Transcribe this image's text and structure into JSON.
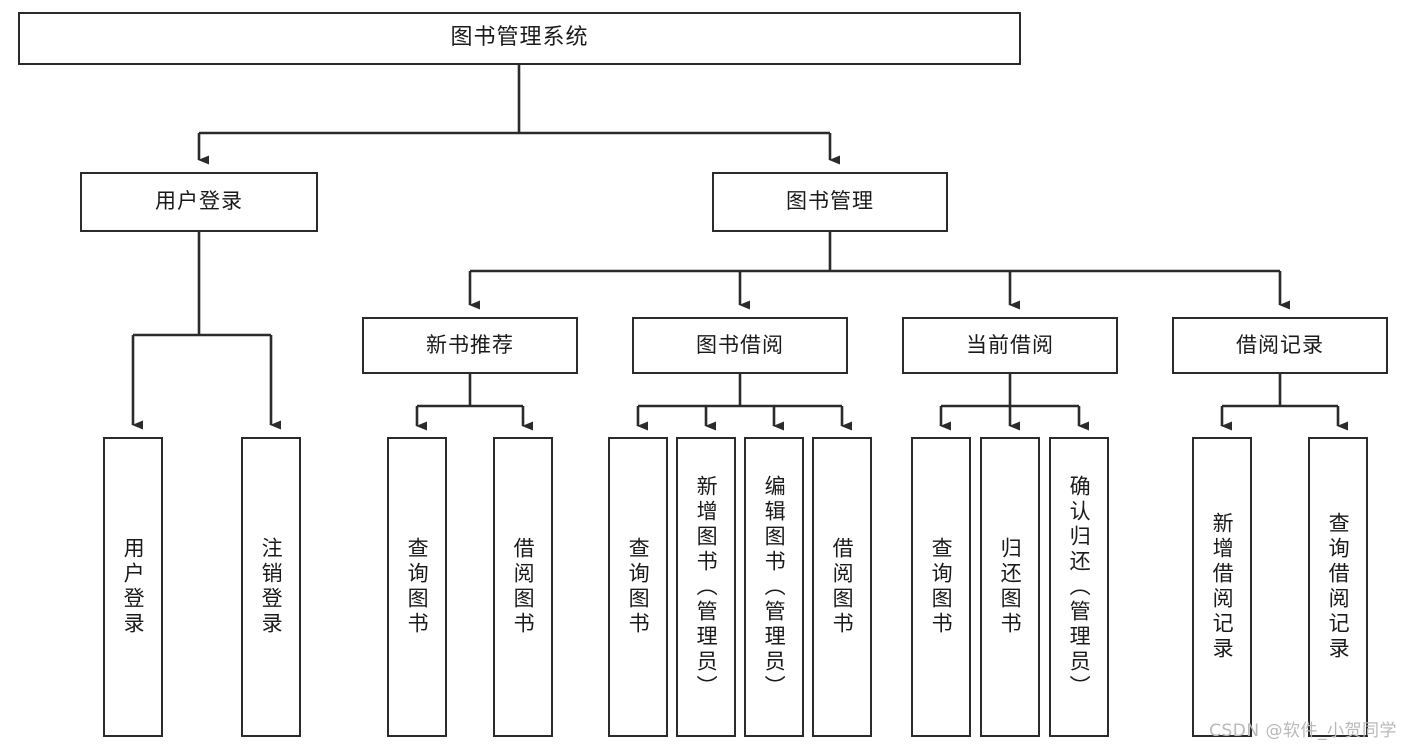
{
  "diagram": {
    "title": "图书管理系统",
    "type": "tree-hierarchy",
    "watermark": "CSDN @软件_小贺同学",
    "colors": {
      "box_border": "#2b2b2b",
      "box_fill": "#ffffff",
      "connector": "#2b2b2b",
      "text": "#1a1a1a",
      "watermark": "#b9b9b9",
      "background": "#ffffff"
    },
    "root": {
      "label": "图书管理系统"
    },
    "level1": [
      {
        "label": "用户登录"
      },
      {
        "label": "图书管理"
      }
    ],
    "level2": [
      {
        "label": "新书推荐",
        "parent": "图书管理"
      },
      {
        "label": "图书借阅",
        "parent": "图书管理"
      },
      {
        "label": "当前借阅",
        "parent": "图书管理"
      },
      {
        "label": "借阅记录",
        "parent": "图书管理"
      }
    ],
    "leaves_user_login": [
      {
        "label": "用户登录"
      },
      {
        "label": "注销登录"
      }
    ],
    "leaves_new_book": [
      {
        "label": "查询图书"
      },
      {
        "label": "借阅图书"
      }
    ],
    "leaves_book_borrow": [
      {
        "label": "查询图书"
      },
      {
        "label": "新增图书（管理员）"
      },
      {
        "label": "编辑图书（管理员）"
      },
      {
        "label": "借阅图书"
      }
    ],
    "leaves_current_borrow": [
      {
        "label": "查询图书"
      },
      {
        "label": "归还图书"
      },
      {
        "label": "确认归还（管理员）"
      }
    ],
    "leaves_borrow_record": [
      {
        "label": "新增借阅记录"
      },
      {
        "label": "查询借阅记录"
      }
    ]
  }
}
